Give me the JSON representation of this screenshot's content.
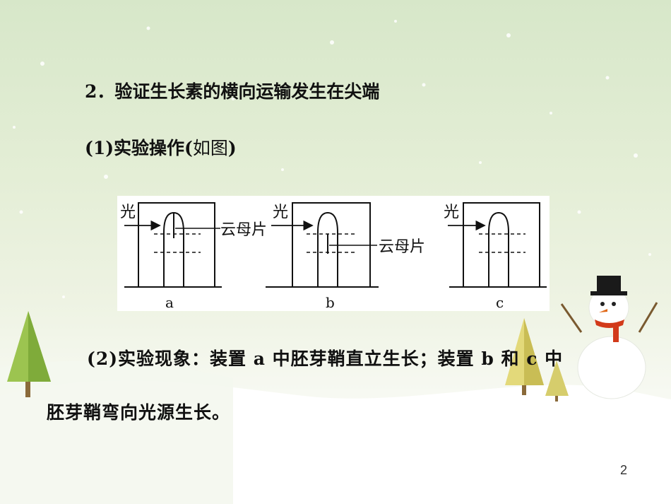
{
  "slide": {
    "heading": "2．验证生长素的横向运输发生在尖端",
    "subheading_bold": "(1)实验操作(",
    "subheading_paren": "如图",
    "subheading_close": ")",
    "observation_line1": "(2)实验现象：装置 a 中胚芽鞘直立生长；装置 b 和 c 中",
    "observation_line2": "胚芽鞘弯向光源生长。",
    "page_number": "2"
  },
  "figure": {
    "light_label_a": "光",
    "light_label_b": "光",
    "light_label_c": "光",
    "mica_label_a": "云母片",
    "mica_label_b": "云母片",
    "device_a": "a",
    "device_b": "b",
    "device_c": "c"
  }
}
